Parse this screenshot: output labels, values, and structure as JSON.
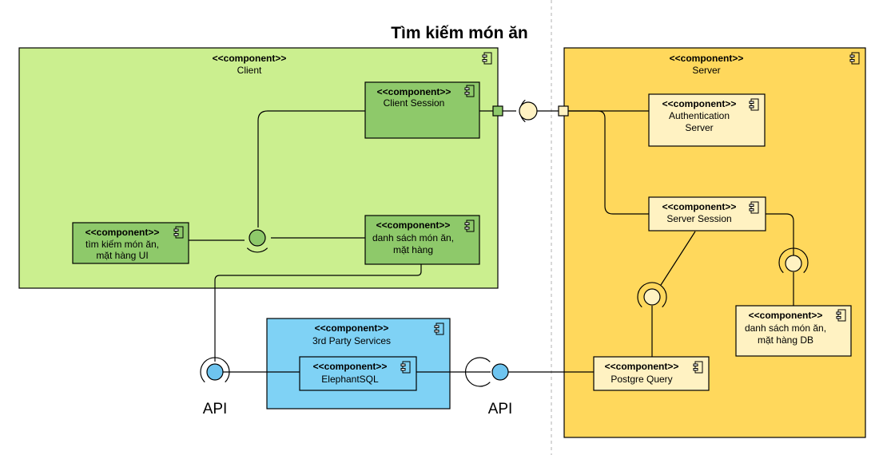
{
  "title": "Tìm kiếm món ăn",
  "stereotype": "<<component>>",
  "colors": {
    "client": "#cbef8f",
    "client_inner": "#8ec96a",
    "server": "#ffd85c",
    "server_inner": "#fff2c2",
    "services": "#7fd2f5",
    "api_ball": "#6ec4ef"
  },
  "components": {
    "client": {
      "name": "Client"
    },
    "client_session": {
      "name": "Client Session"
    },
    "ui": {
      "name_line1": "tìm kiếm  món ăn,",
      "name_line2": "mặt hàng UI"
    },
    "list_client": {
      "name_line1": "danh sách món ăn,",
      "name_line2": "mặt hàng"
    },
    "server": {
      "name": "Server"
    },
    "auth": {
      "name_line1": "Authentication",
      "name_line2": "Server"
    },
    "server_session": {
      "name": "Server Session"
    },
    "list_db": {
      "name_line1": "danh sách món ăn,",
      "name_line2": "mặt hàng DB"
    },
    "postgre": {
      "name": "Postgre Query"
    },
    "services": {
      "name": "3rd Party Services"
    },
    "elephant": {
      "name": "ElephantSQL"
    }
  },
  "interfaces": {
    "api_left": "API",
    "api_right": "API"
  },
  "icons": {
    "component": "component-icon"
  }
}
